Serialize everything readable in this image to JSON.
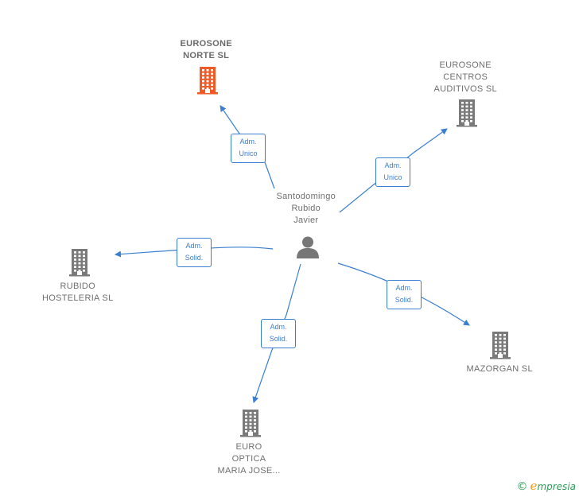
{
  "center": {
    "name_lines": [
      "Santodomingo",
      "Rubido",
      "Javier"
    ],
    "icon": "person-icon"
  },
  "companies": [
    {
      "id": "eurosone-norte",
      "lines": [
        "EUROSONE",
        "NORTE  SL"
      ],
      "highlight": true,
      "icon": "building-icon",
      "color": "#ef5a26"
    },
    {
      "id": "eurosone-centros",
      "lines": [
        "EUROSONE",
        "CENTROS",
        "AUDITIVOS  SL"
      ],
      "highlight": false,
      "icon": "building-icon",
      "color": "#7a7a7a"
    },
    {
      "id": "rubido-hosteleria",
      "lines": [
        "RUBIDO",
        "HOSTELERIA SL"
      ],
      "highlight": false,
      "icon": "building-icon",
      "color": "#7a7a7a"
    },
    {
      "id": "mazorgan",
      "lines": [
        "MAZORGAN SL"
      ],
      "highlight": false,
      "icon": "building-icon",
      "color": "#7a7a7a"
    },
    {
      "id": "euro-optica",
      "lines": [
        "EURO",
        "OPTICA",
        "MARIA JOSE..."
      ],
      "highlight": false,
      "icon": "building-icon",
      "color": "#7a7a7a"
    }
  ],
  "relations": [
    {
      "target": "eurosone-norte",
      "lines": [
        "Adm.",
        "Unico"
      ]
    },
    {
      "target": "eurosone-centros",
      "lines": [
        "Adm.",
        "Unico"
      ]
    },
    {
      "target": "rubido-hosteleria",
      "lines": [
        "Adm.",
        "Solid."
      ]
    },
    {
      "target": "mazorgan",
      "lines": [
        "Adm.",
        "Solid."
      ]
    },
    {
      "target": "euro-optica",
      "lines": [
        "Adm.",
        "Solid."
      ]
    }
  ],
  "colors": {
    "edge": "#3a7fd0",
    "label_text": "#6f6f6f"
  },
  "brand": {
    "copyright": "©",
    "initial": "e",
    "rest": "mpresia"
  }
}
